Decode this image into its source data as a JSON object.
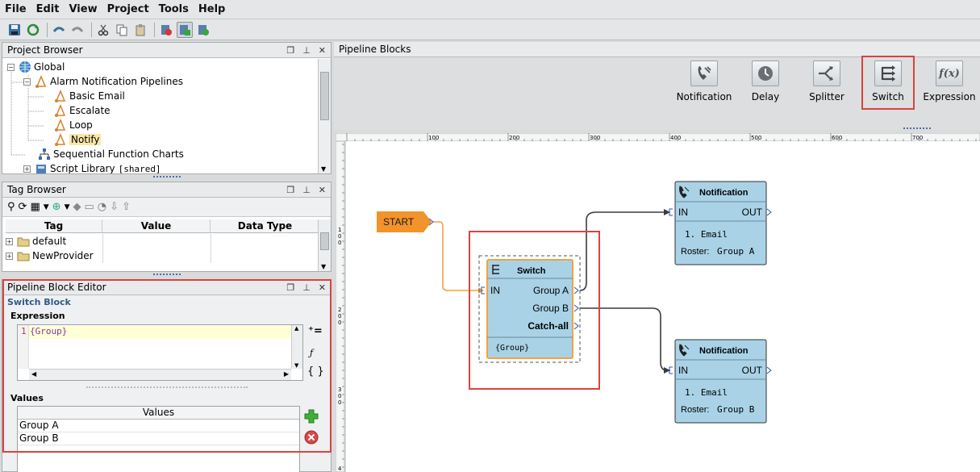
{
  "menu": [
    "File",
    "Edit",
    "View",
    "Project",
    "Tools",
    "Help"
  ],
  "project_browser": {
    "title": "Project Browser",
    "items": [
      {
        "label": "Global",
        "depth": 0
      },
      {
        "label": "Alarm Notification Pipelines",
        "depth": 1
      },
      {
        "label": "Basic Email",
        "depth": 2
      },
      {
        "label": "Escalate",
        "depth": 2
      },
      {
        "label": "Loop",
        "depth": 2
      },
      {
        "label": "Notify",
        "depth": 2,
        "selected": true
      },
      {
        "label": "Sequential Function Charts",
        "depth": 1
      },
      {
        "label": "Script Library",
        "suffix": "[shared]",
        "depth": 1
      }
    ]
  },
  "tag_browser": {
    "title": "Tag Browser",
    "columns": [
      "Tag",
      "Value",
      "Data Type"
    ],
    "rows": [
      {
        "tag": "default"
      },
      {
        "tag": "NewProvider"
      }
    ]
  },
  "block_editor": {
    "title": "Pipeline Block Editor",
    "block_label": "Switch Block",
    "expression_label": "Expression",
    "expression_line_no": "1",
    "expression_text": "{Group}",
    "values_label": "Values",
    "values_header": "Values",
    "values": [
      "Group A",
      "Group B"
    ]
  },
  "pipeline_blocks": {
    "title": "Pipeline Blocks",
    "palette": [
      "Notification",
      "Delay",
      "Splitter",
      "Switch",
      "Expression"
    ]
  },
  "ruler": {
    "ticks": [
      "100",
      "200",
      "300",
      "400",
      "500",
      "600",
      "700"
    ],
    "side_ticks": [
      "1",
      "0",
      "0",
      "2",
      "0",
      "0",
      "3",
      "0",
      "0",
      "4"
    ]
  },
  "diagram": {
    "start": "START",
    "switch": {
      "title": "Switch",
      "in": "IN",
      "outputs": [
        "Group A",
        "Group B",
        "Catch-all"
      ],
      "expression": "{Group}"
    },
    "notification_a": {
      "title": "Notification",
      "in": "IN",
      "out": "OUT",
      "item": "1. Email",
      "roster_label": "Roster:",
      "roster_value": "Group A"
    },
    "notification_b": {
      "title": "Notification",
      "in": "IN",
      "out": "OUT",
      "item": "1. Email",
      "roster_label": "Roster:",
      "roster_value": "Group B"
    }
  },
  "colors": {
    "highlight": "#d9433e",
    "block_fill": "#a9d2e6",
    "start_fill": "#f2932b",
    "switch_border": "#f2a340",
    "connector": "#3b3b3b",
    "start_link": "#f2a340"
  }
}
